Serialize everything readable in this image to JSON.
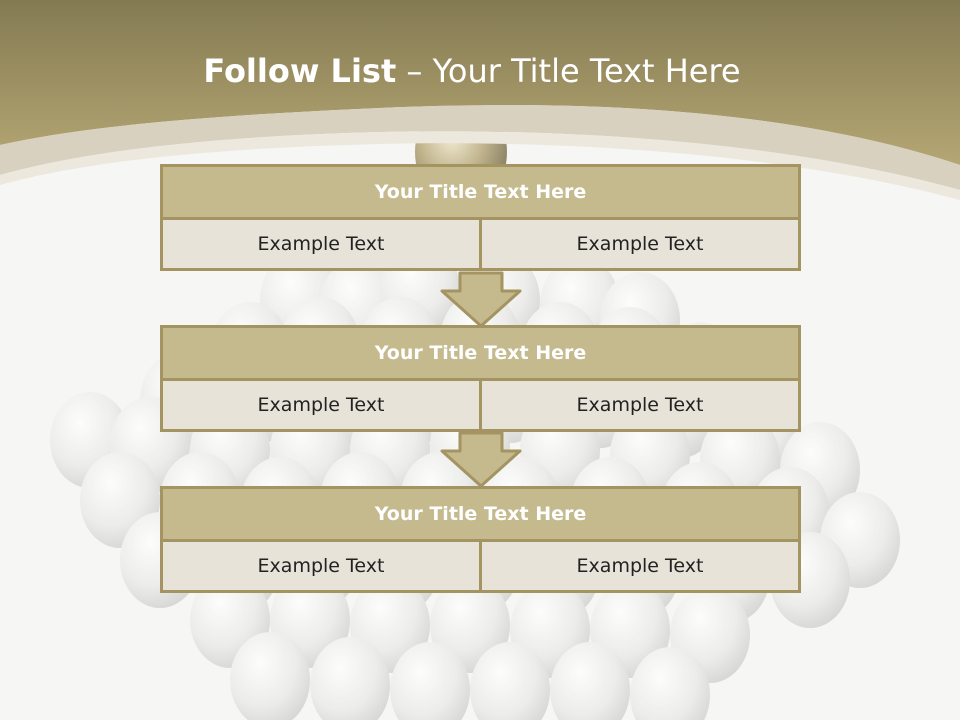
{
  "title": {
    "bold": "Follow List",
    "rest": "– Your Title Text Here"
  },
  "colors": {
    "band": "#a89a66",
    "header_fill": "#c5b98e",
    "border": "#a39462",
    "cell_fill": "#e8e3d8"
  },
  "blocks": [
    {
      "title": "Your Title Text Here",
      "cells": [
        "Example Text",
        "Example Text"
      ]
    },
    {
      "title": "Your Title Text Here",
      "cells": [
        "Example Text",
        "Example Text"
      ]
    },
    {
      "title": "Your Title Text Here",
      "cells": [
        "Example Text",
        "Example Text"
      ]
    }
  ]
}
